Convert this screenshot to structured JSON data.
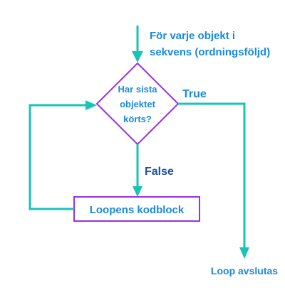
{
  "entry_label": {
    "line1": "För varje objekt i",
    "line2": "sekvens (ordningsföljd)"
  },
  "decision": {
    "line1": "Har sista",
    "line2": "objektet",
    "line3": "körts?"
  },
  "true_label": "True",
  "false_label": "False",
  "loop_body_label": "Loopens kodblock",
  "exit_label": "Loop avslutas",
  "colors": {
    "flow_line": "#17c4b6",
    "shape_stroke": "#9b30e0",
    "text_blue": "#1a88e0",
    "text_dark_blue": "#1f4fa8"
  }
}
